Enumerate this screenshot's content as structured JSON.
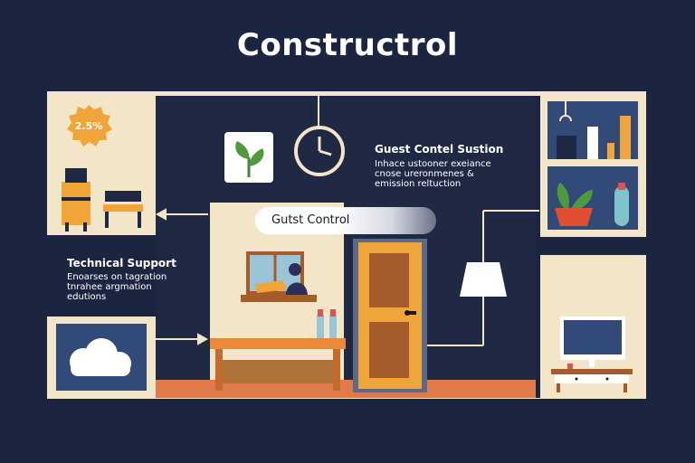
{
  "title": "Constructrol",
  "badge": {
    "text": "2.5%"
  },
  "guest_section": {
    "title": "Guest Contel Sustion",
    "lines": [
      "Inhace ustooner exeiance",
      "cnose ureronmenes &",
      "emission reltuction"
    ]
  },
  "pill": {
    "label": "Gutst Control"
  },
  "technical_support": {
    "title": "Technical Support",
    "lines": [
      "Enoarses on tagration",
      "tnrahee argmation",
      "edutions"
    ]
  },
  "colors": {
    "background": "#1c2540",
    "panel": "#f3e6c8",
    "accent_orange": "#f0a53a",
    "accent_red": "#e07a4c",
    "monitor": "#324a78"
  }
}
